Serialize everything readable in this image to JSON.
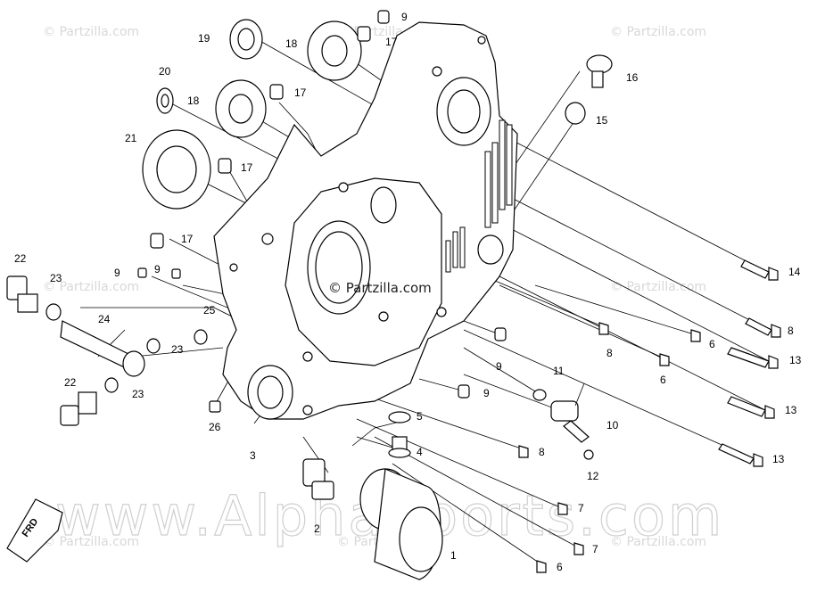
{
  "watermarks": {
    "partzilla_small": "© Partzilla.com",
    "partzilla_center": "© Partzilla.com",
    "alpha_sports": "www.AlphaSports.com"
  },
  "direction_marker": {
    "label": "FRD"
  },
  "callouts": [
    {
      "id": "1",
      "text": "1"
    },
    {
      "id": "2",
      "text": "2"
    },
    {
      "id": "3",
      "text": "3"
    },
    {
      "id": "4",
      "text": "4"
    },
    {
      "id": "5",
      "text": "5"
    },
    {
      "id": "6a",
      "text": "6"
    },
    {
      "id": "6b",
      "text": "6"
    },
    {
      "id": "6c",
      "text": "6"
    },
    {
      "id": "7a",
      "text": "7"
    },
    {
      "id": "7b",
      "text": "7"
    },
    {
      "id": "8a",
      "text": "8"
    },
    {
      "id": "8b",
      "text": "8"
    },
    {
      "id": "8c",
      "text": "8"
    },
    {
      "id": "9a",
      "text": "9"
    },
    {
      "id": "9b",
      "text": "9"
    },
    {
      "id": "9c",
      "text": "9"
    },
    {
      "id": "9d",
      "text": "9"
    },
    {
      "id": "9e",
      "text": "9"
    },
    {
      "id": "10",
      "text": "10"
    },
    {
      "id": "11",
      "text": "11"
    },
    {
      "id": "12",
      "text": "12"
    },
    {
      "id": "13a",
      "text": "13"
    },
    {
      "id": "13b",
      "text": "13"
    },
    {
      "id": "13c",
      "text": "13"
    },
    {
      "id": "14",
      "text": "14"
    },
    {
      "id": "15",
      "text": "15"
    },
    {
      "id": "16",
      "text": "16"
    },
    {
      "id": "17a",
      "text": "17"
    },
    {
      "id": "17b",
      "text": "17"
    },
    {
      "id": "17c",
      "text": "17"
    },
    {
      "id": "17d",
      "text": "17"
    },
    {
      "id": "18a",
      "text": "18"
    },
    {
      "id": "18b",
      "text": "18"
    },
    {
      "id": "19",
      "text": "19"
    },
    {
      "id": "20",
      "text": "20"
    },
    {
      "id": "21",
      "text": "21"
    },
    {
      "id": "22a",
      "text": "22"
    },
    {
      "id": "22b",
      "text": "22"
    },
    {
      "id": "23a",
      "text": "23"
    },
    {
      "id": "23b",
      "text": "23"
    },
    {
      "id": "23c",
      "text": "23"
    },
    {
      "id": "24",
      "text": "24"
    },
    {
      "id": "25",
      "text": "25"
    },
    {
      "id": "26",
      "text": "26"
    }
  ]
}
